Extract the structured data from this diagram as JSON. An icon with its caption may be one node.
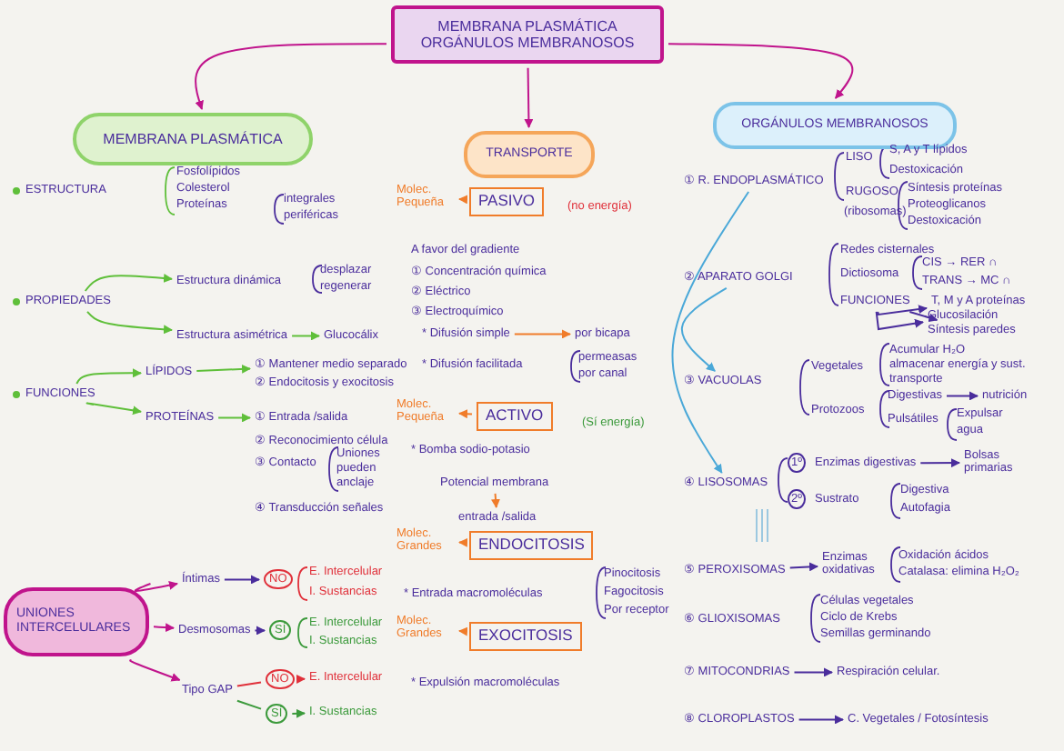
{
  "diagram": {
    "nodes": [
      {
        "text": [
          "MEMBRANA PLASMÁTICA ORGÁNULOS MEMBRANOSOS"
        ]
      },
      {
        "text": [
          "MEMBRANA PLASMÁTICA"
        ]
      },
      {
        "text": [
          "TRANSPORTE"
        ]
      },
      {
        "text": [
          "ORGÁNULOS MEMBRANOSOS"
        ]
      },
      {
        "text": [
          "UNIONES INTERCELULARES"
        ]
      },
      {
        "text": [
          "ESTRUCTURA"
        ]
      },
      {
        "text": [
          "PROPIEDADES"
        ]
      },
      {
        "text": [
          "Estructura dinámica"
        ]
      },
      {
        "text": [
          "Estructura asimétrica"
        ]
      },
      {
        "text": [
          "Glucocálix"
        ]
      },
      {
        "text": [
          "FUNCIONES"
        ]
      },
      {
        "text": [
          "LÍPIDOS"
        ]
      },
      {
        "text": [
          "PROTEÍNAS"
        ]
      },
      {
        "text": [
          "① Mantener medio separado"
        ]
      },
      {
        "text": [
          "① Entrada /salida"
        ]
      },
      {
        "text": [
          "Íntimas"
        ]
      },
      {
        "text": [
          "Desmosomas"
        ]
      },
      {
        "text": [
          "Tipo GAP"
        ]
      },
      {
        "text": [
          "NO"
        ]
      },
      {
        "text": [
          "SÍ"
        ]
      },
      {
        "text": [
          "NO"
        ]
      },
      {
        "text": [
          "SÍ"
        ]
      },
      {
        "text": [
          "E. Intercelular"
        ]
      },
      {
        "text": [
          "I. Sustancias"
        ]
      },
      {
        "text": [
          "Molec. Pequeña"
        ]
      },
      {
        "text": [
          "PASIVO"
        ]
      },
      {
        "text": [
          "* Difusión simple"
        ]
      },
      {
        "text": [
          "por bicapa"
        ]
      },
      {
        "text": [
          "Molec. Pequeña"
        ]
      },
      {
        "text": [
          "ACTIVO"
        ]
      },
      {
        "text": [
          "Potencial membrana"
        ]
      },
      {
        "text": [
          "entrada /salida"
        ]
      },
      {
        "text": [
          "Molec. Grandes"
        ]
      },
      {
        "text": [
          "ENDOCITOSIS"
        ]
      },
      {
        "text": [
          "Molec. Grandes"
        ]
      },
      {
        "text": [
          "EXOCITOSIS"
        ]
      },
      {
        "text": [
          "① R. ENDOPLASMÁTICO"
        ]
      },
      {
        "text": [
          "② APARATO GOLGI"
        ]
      },
      {
        "text": [
          "③ VACUOLAS"
        ]
      },
      {
        "text": [
          "④ LISOSOMAS"
        ]
      },
      {
        "text": [
          "Enzimas digestivas"
        ]
      },
      {
        "text": [
          "Bolsas primarias"
        ]
      },
      {
        "text": [
          "⑤ PEROXISOMAS"
        ]
      },
      {
        "text": [
          "Enzimas oxidativas"
        ]
      },
      {
        "text": [
          "⑦ MITOCONDRIAS"
        ]
      },
      {
        "text": [
          "Respiración celular."
        ]
      },
      {
        "text": [
          "⑧ CLOROPLASTOS"
        ]
      },
      {
        "text": [
          "C. Vegetales / Fotosíntesis"
        ]
      },
      {
        "text": [
          "FUNCIONES"
        ]
      },
      {
        "text": [
          "T, M y A proteínas"
        ]
      },
      {
        "text": [
          "Glucosilación"
        ]
      },
      {
        "text": [
          "Síntesis paredes"
        ]
      },
      {
        "text": [
          "Digestivas"
        ]
      },
      {
        "text": [
          "nutrición"
        ]
      }
    ],
    "edges": [
      {
        "from": 0,
        "to": 1,
        "arrow": "to",
        "color": "#c0148c"
      },
      {
        "from": 0,
        "to": 2,
        "arrow": "to",
        "color": "#c0148c"
      },
      {
        "from": 0,
        "to": 3,
        "arrow": "to",
        "color": "#c0148c"
      },
      {
        "from": 6,
        "to": 7,
        "arrow": "to",
        "color": "#5fbf3a"
      },
      {
        "from": 6,
        "to": 8,
        "arrow": "to",
        "color": "#5fbf3a"
      },
      {
        "from": 8,
        "to": 9,
        "arrow": "to",
        "color": "#5fbf3a"
      },
      {
        "from": 10,
        "to": 11,
        "arrow": "to",
        "color": "#5fbf3a"
      },
      {
        "from": 10,
        "to": 12,
        "arrow": "to",
        "color": "#5fbf3a"
      },
      {
        "from": 11,
        "to": 13,
        "arrow": "to",
        "color": "#5fbf3a"
      },
      {
        "from": 12,
        "to": 14,
        "arrow": "to",
        "color": "#5fbf3a"
      },
      {
        "from": 4,
        "to": 15,
        "arrow": "to",
        "color": "#c0148c"
      },
      {
        "from": 4,
        "to": 16,
        "arrow": "to",
        "color": "#c0148c"
      },
      {
        "from": 4,
        "to": 17,
        "arrow": "to",
        "color": "#c0148c"
      },
      {
        "from": 15,
        "to": 18,
        "arrow": "to"
      },
      {
        "from": 16,
        "to": 19,
        "arrow": "to"
      },
      {
        "from": 17,
        "to": 20,
        "arrow": "none",
        "color": "#e0303a"
      },
      {
        "from": 17,
        "to": 21,
        "arrow": "none",
        "color": "#3c9a3c"
      },
      {
        "from": 20,
        "to": 22,
        "arrow": "to",
        "color": "#e0303a"
      },
      {
        "from": 21,
        "to": 23,
        "arrow": "to",
        "color": "#3c9a3c"
      },
      {
        "from": 25,
        "to": 24,
        "arrow": "to",
        "color": "#f07c2a"
      },
      {
        "from": 26,
        "to": 27,
        "arrow": "to",
        "color": "#f07c2a"
      },
      {
        "from": 29,
        "to": 28,
        "arrow": "to",
        "color": "#f07c2a"
      },
      {
        "from": 30,
        "to": 31,
        "arrow": "to",
        "color": "#f07c2a"
      },
      {
        "from": 33,
        "to": 32,
        "arrow": "to",
        "color": "#f07c2a"
      },
      {
        "from": 35,
        "to": 34,
        "arrow": "to",
        "color": "#f07c2a"
      },
      {
        "from": 36,
        "to": 39,
        "arrow": "to",
        "color": "#4aa8d8"
      },
      {
        "from": 37,
        "to": 38,
        "arrow": "to",
        "color": "#4aa8d8"
      },
      {
        "from": 40,
        "to": 41,
        "arrow": "to"
      },
      {
        "from": 42,
        "to": 43,
        "arrow": "to"
      },
      {
        "from": 44,
        "to": 45,
        "arrow": "to"
      },
      {
        "from": 46,
        "to": 47,
        "arrow": "to"
      },
      {
        "from": 48,
        "to": 49,
        "arrow": "to"
      },
      {
        "from": 48,
        "to": 50,
        "arrow": "to"
      },
      {
        "from": 48,
        "to": 51,
        "arrow": "to"
      },
      {
        "from": 52,
        "to": 53,
        "arrow": "to"
      }
    ],
    "labels": [
      "Fosfolípidos",
      "Colesterol",
      "Proteínas",
      "integrales",
      "periféricas",
      "desplazar",
      "regenerar",
      "② Endocitosis y exocitosis",
      "② Reconocimiento célula",
      "③ Contacto",
      "Uniones",
      "pueden",
      "anclaje",
      "④ Transducción señales",
      "E. Intercelular",
      "I. Sustancias",
      "E. Intercelular",
      "I. Sustancias",
      "(no energía)",
      "A favor del gradiente",
      "① Concentración química",
      "② Eléctrico",
      "③ Electroquímico",
      "* Difusión facilitada",
      "permeasas",
      "por canal",
      "(Sí energía)",
      "* Bomba sodio-potasio",
      "* Entrada macromoléculas",
      "Pinocitosis",
      "Fagocitosis",
      "Por receptor",
      "* Expulsión macromoléculas",
      "LISO",
      "S, A y T lípidos",
      "Destoxicación",
      "RUGOSO",
      "(ribosomas)",
      "Síntesis proteínas",
      "Proteoglicanos",
      "Destoxicación",
      "Redes cisternales",
      "Dictiosoma",
      "CIS → RER ∩",
      "TRANS → MC ∩",
      "Vegetales",
      "Acumular H₂O",
      "almacenar energía y sust.",
      "transporte",
      "Protozoos",
      "Pulsátiles",
      "Expulsar",
      "agua",
      "1º",
      "2º",
      "Sustrato",
      "Digestiva",
      "Autofagia",
      "Oxidación ácidos",
      "Catalasa: elimina H₂O₂",
      "⑥ GLIOXISOMAS",
      "Células vegetales",
      "Ciclo de Krebs",
      "Semillas germinando"
    ]
  }
}
